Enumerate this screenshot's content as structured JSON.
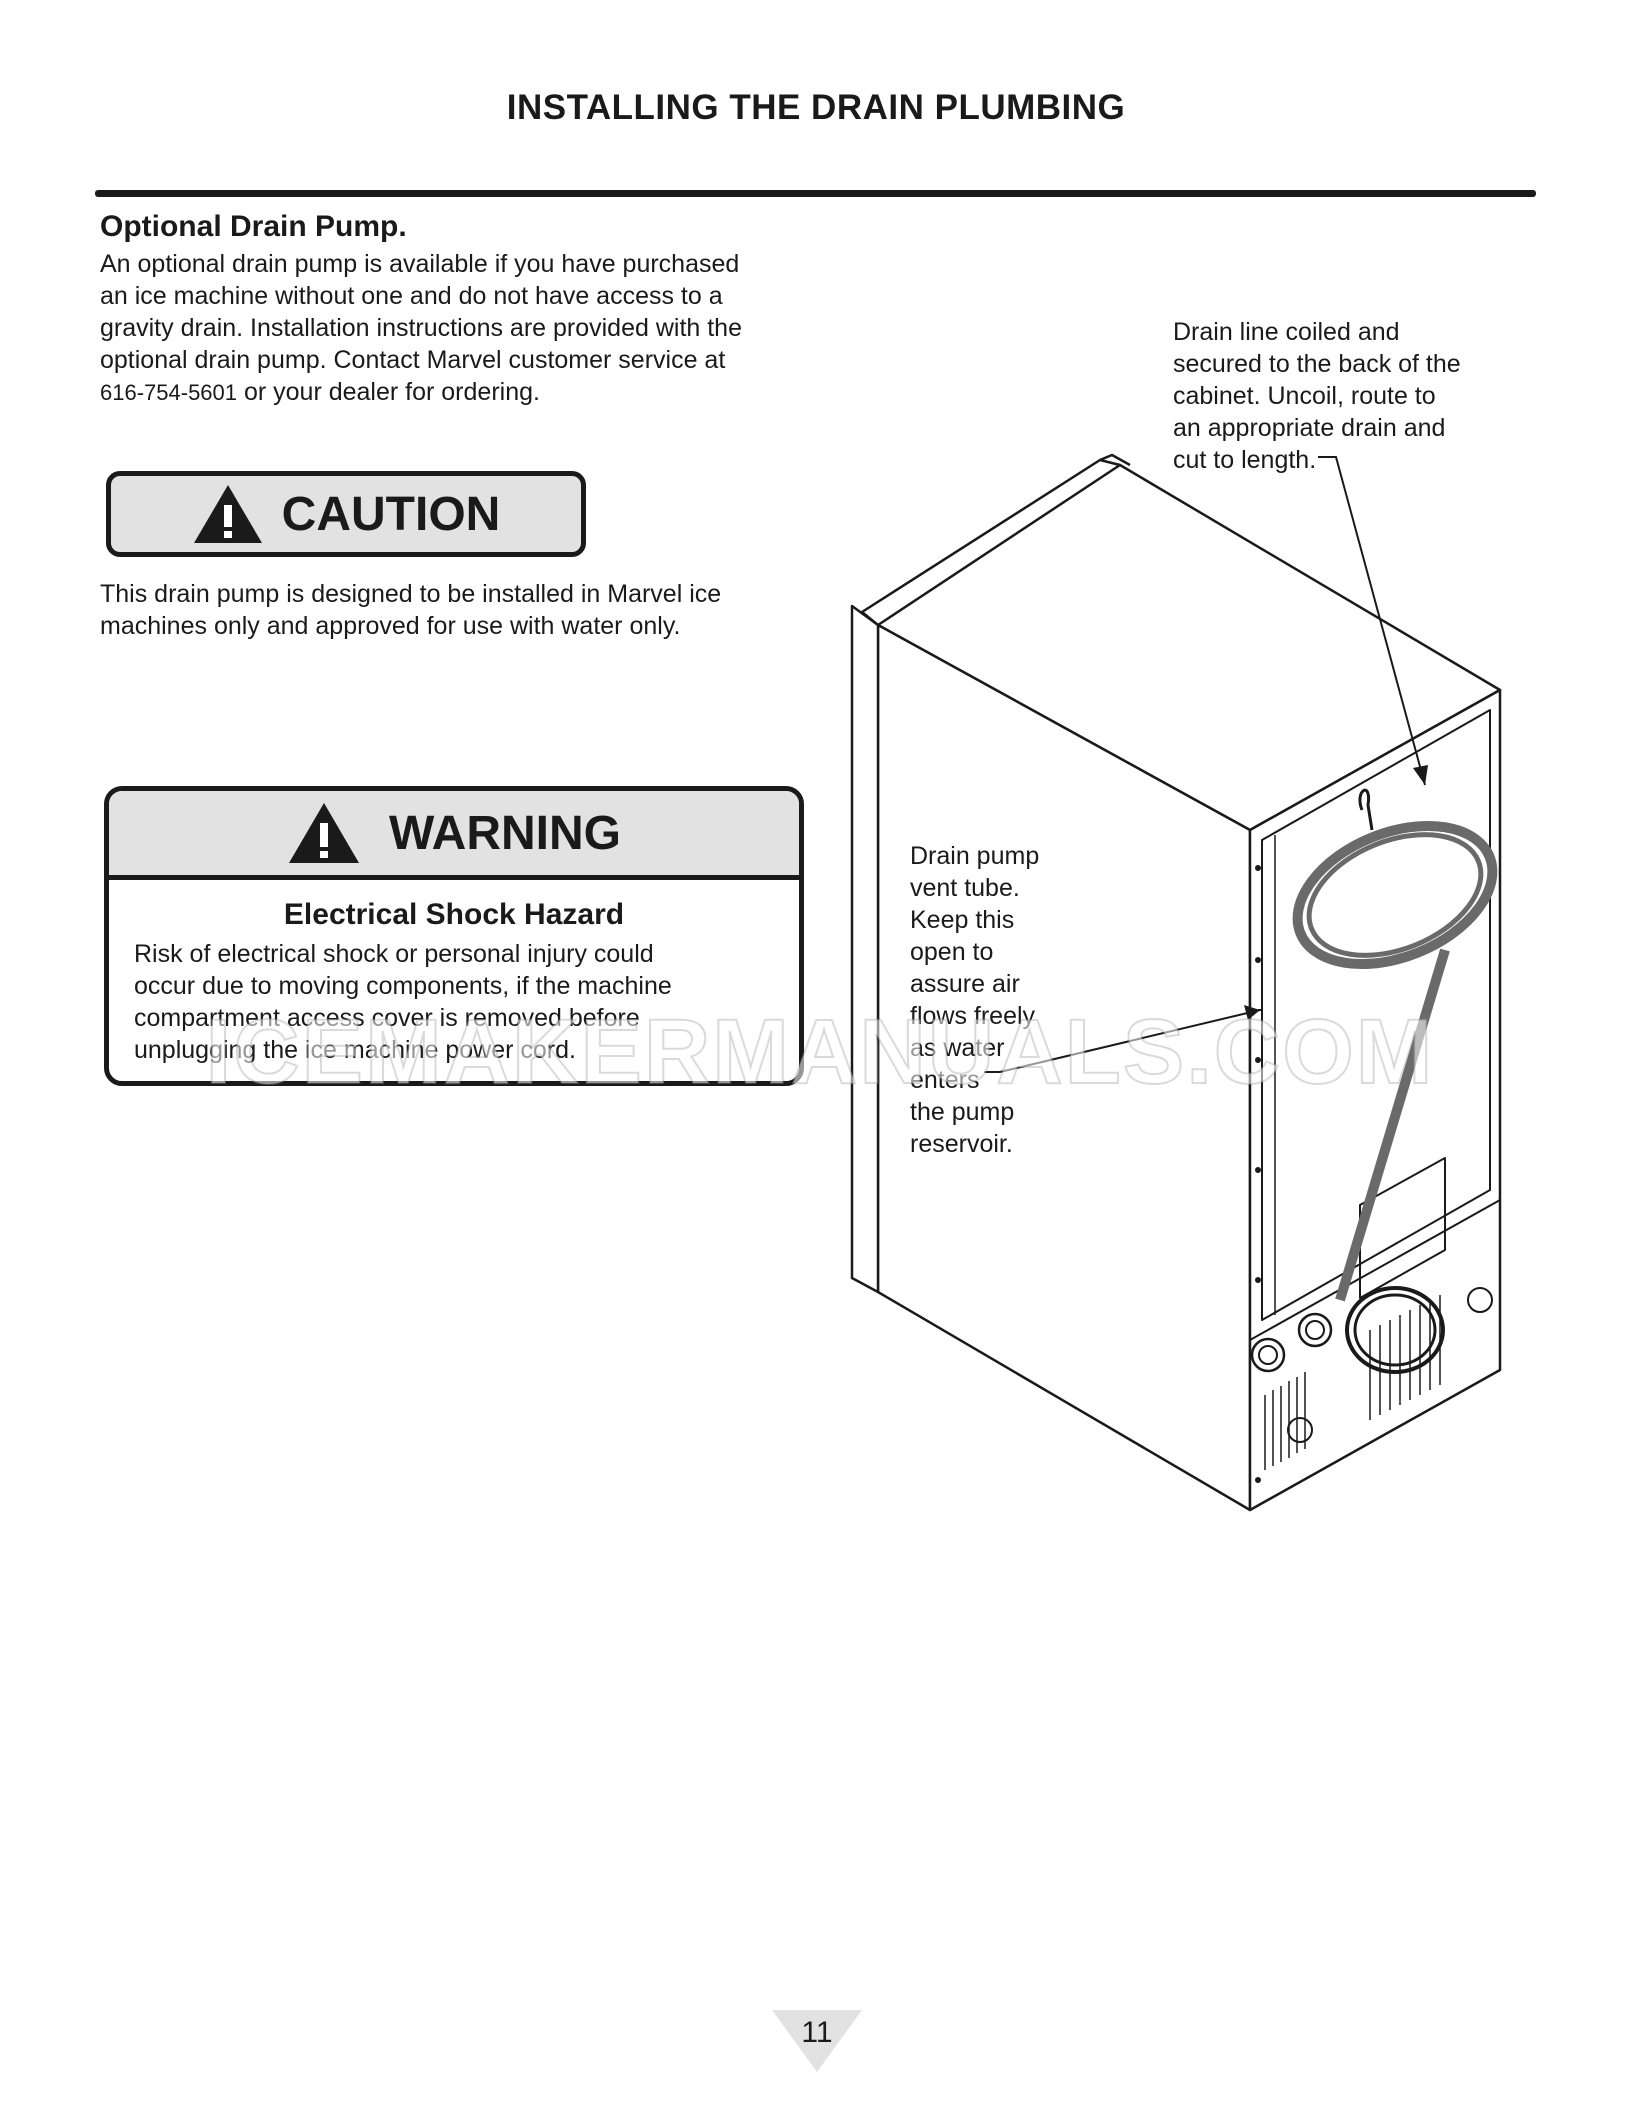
{
  "page": {
    "title": "INSTALLING THE DRAIN PLUMBING",
    "number": "11"
  },
  "section": {
    "heading": "Optional Drain Pump.",
    "intro_lines": [
      "An optional drain pump is available if you have purchased",
      "an ice machine without one and do not have access to a",
      "gravity drain. Installation instructions are provided with the",
      "optional drain pump. Contact Marvel customer service at"
    ],
    "intro_phone": "616-754-5601",
    "intro_tail": " or your dealer for ordering."
  },
  "caution": {
    "label": "CAUTION",
    "text_lines": [
      "This drain pump is designed to be installed in Marvel ice",
      "machines only and approved for use with water only."
    ]
  },
  "warning": {
    "label": "WARNING",
    "subtitle": "Electrical Shock Hazard",
    "text_lines": [
      "Risk of electrical shock or personal injury could",
      "occur due to moving components, if the machine",
      "compartment access cover is removed before",
      "unplugging the ice machine power cord."
    ]
  },
  "callouts": {
    "drain_line": [
      "Drain line coiled and",
      "secured to the back of the",
      "cabinet. Uncoil, route to",
      "an appropriate drain and",
      "cut to length."
    ],
    "vent_tube": [
      "Drain pump",
      "vent tube.",
      "Keep this",
      "open to",
      "assure air",
      "flows freely",
      "as water",
      "enters",
      "the pump",
      "reservoir."
    ]
  },
  "watermark": "ICEMAKERMANUALS.COM",
  "colors": {
    "ink": "#1a1a1a",
    "panel_gray": "#e2e2e3",
    "coil_gray": "#6a6a6a"
  }
}
